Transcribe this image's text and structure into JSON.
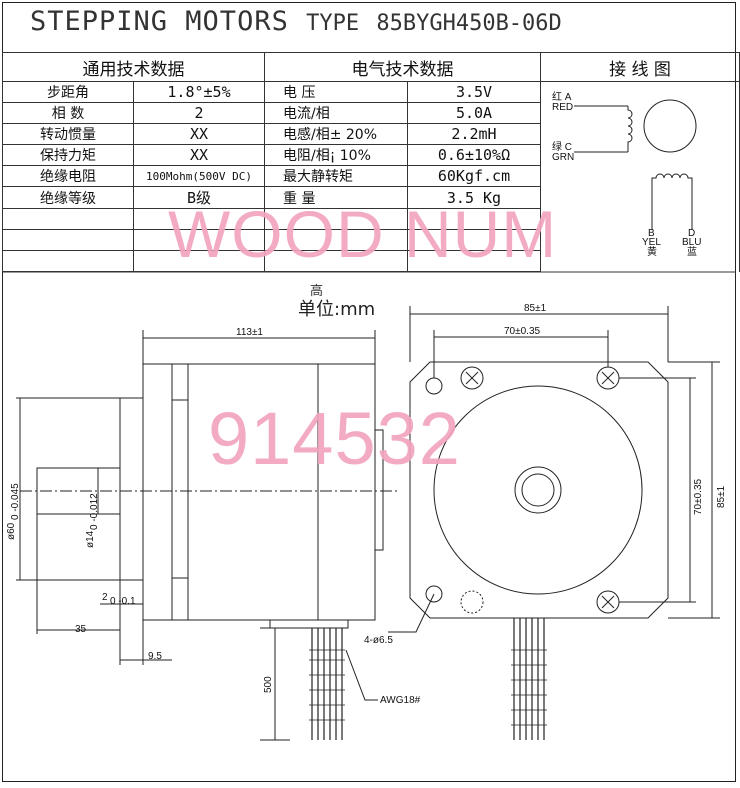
{
  "title": {
    "main": "STEPPING MOTORS",
    "type_label": "TYPE",
    "model": "85BYGH450B-06D"
  },
  "headers": {
    "general": "通用技术数据",
    "electrical": "电气技术数据",
    "wiring": "接 线 图"
  },
  "general_rows": [
    {
      "label": "步距角",
      "value": "1.8°±5%"
    },
    {
      "label": "相    数",
      "value": "2"
    },
    {
      "label": "转动惯量",
      "value": "XX"
    },
    {
      "label": "保持力矩",
      "value": "XX"
    },
    {
      "label": "绝缘电阻",
      "value": "100Mohm(500V DC)"
    },
    {
      "label": "绝缘等级",
      "value": "B级"
    }
  ],
  "electrical_rows": [
    {
      "label": "电    压",
      "value": "3.5V"
    },
    {
      "label": "电流/相",
      "value": "5.0A"
    },
    {
      "label": "电感/相± 20%",
      "value": "2.2mH"
    },
    {
      "label": "电阻/相¡ 10%",
      "value": "0.6±10%Ω"
    },
    {
      "label": "最大静转矩",
      "value": "60Kgf.cm"
    },
    {
      "label": "重    量",
      "value": "3.5 Kg"
    }
  ],
  "wiring": {
    "a_label": "红 A",
    "a_color": "RED",
    "c_label": "绿 C",
    "c_color": "GRN",
    "b_label": "B",
    "b_color": "YEL",
    "b_cn": "黄",
    "d_label": "D",
    "d_color": "BLU",
    "d_cn": "蓝"
  },
  "unit": {
    "pre": "高",
    "text": "单位:mm"
  },
  "watermarks": {
    "top": "WOOD  NUM",
    "middle": "914532"
  },
  "dimensions": {
    "body_length": "113±1",
    "width": "85±1",
    "bolt_spacing_h": "70±0.35",
    "bolt_spacing_v": "70±0.35",
    "height": "85±1",
    "flange_dia": "ø60",
    "flange_tol": "0 -0.045",
    "shaft_dia": "ø14",
    "shaft_tol": "0 -0.012",
    "boss": "2",
    "boss_tol": "0 -0.1",
    "shaft_length": "35",
    "flange_thickness": "9.5",
    "lead_length": "500",
    "holes": "4-ø6.5",
    "wire_gauge": "AWG18#"
  }
}
